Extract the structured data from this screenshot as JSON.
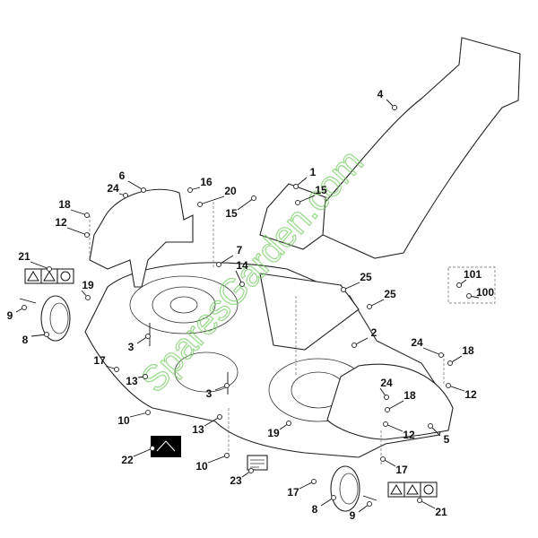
{
  "callouts": [
    "4",
    "1",
    "15",
    "15",
    "6",
    "24",
    "16",
    "20",
    "18",
    "12",
    "21",
    "7",
    "14",
    "25",
    "25",
    "19",
    "9",
    "8",
    "3",
    "3",
    "17",
    "13",
    "13",
    "10",
    "10",
    "22",
    "23",
    "19",
    "2",
    "24",
    "18",
    "12",
    "24",
    "18",
    "12",
    "5",
    "17",
    "17",
    "8",
    "9",
    "21",
    "101",
    "100"
  ],
  "watermark": "SparesGarden.com",
  "colors": {
    "line": "#222222",
    "watermark": "#7ccf6a",
    "decal": "#000000"
  }
}
